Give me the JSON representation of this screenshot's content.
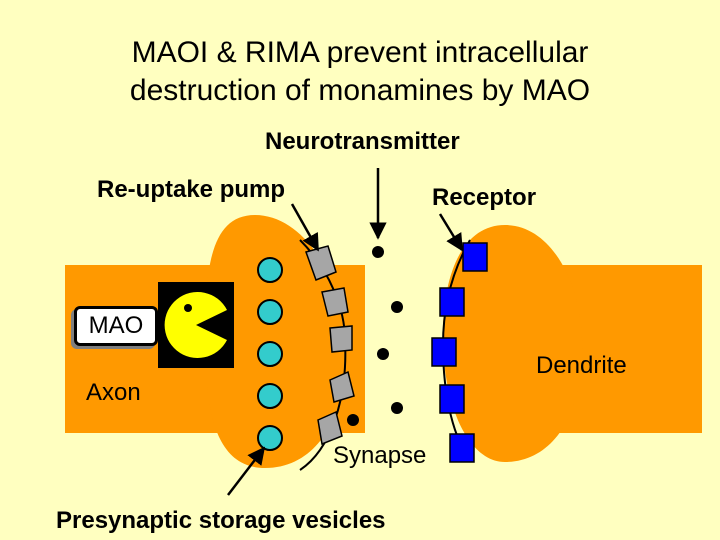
{
  "title": {
    "line1": "MAOI & RIMA prevent intracellular",
    "line2": "destruction of monamines by MAO"
  },
  "labels": {
    "neurotransmitter": "Neurotransmitter",
    "reuptake_pump": "Re-uptake pump",
    "receptor": "Receptor",
    "mao": "MAO",
    "dendrite": "Dendrite",
    "axon": "Axon",
    "synapse": "Synapse",
    "vesicles": "Presynaptic storage vesicles"
  },
  "colors": {
    "background": "#ffffc0",
    "neuron": "#ff9900",
    "vesicle": "#33cccc",
    "receptor": "#0000ff",
    "pump": "#a6a6a6",
    "pacman": "#ffff00",
    "pacman_bg": "#000000"
  }
}
